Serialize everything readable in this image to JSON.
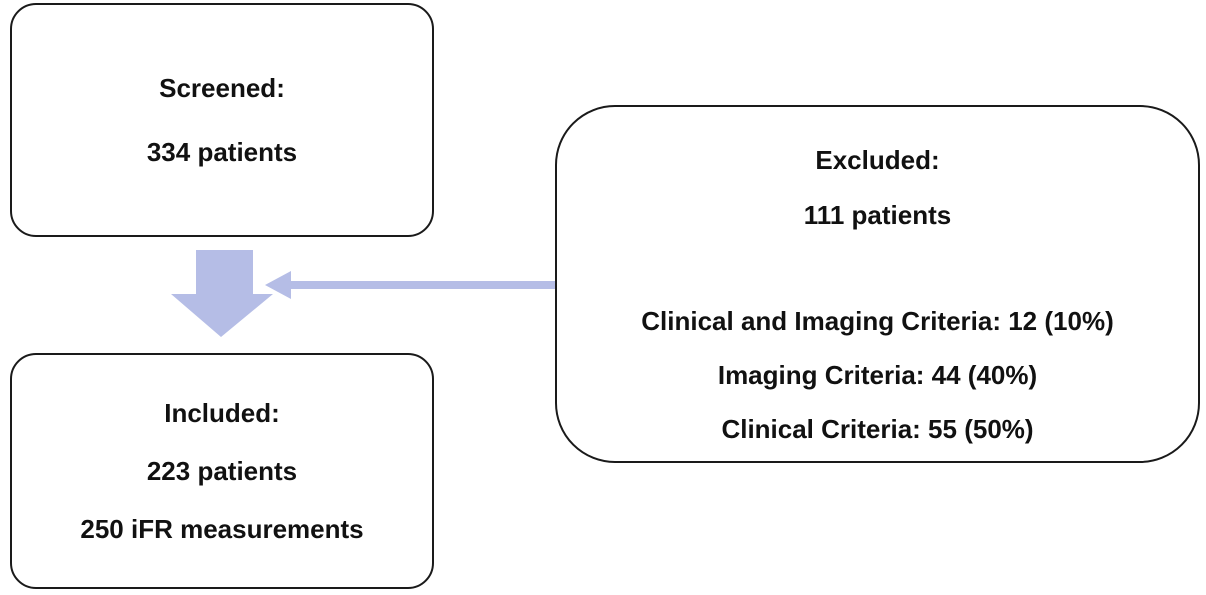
{
  "screened": {
    "heading": "Screened:",
    "patients": "334 patients"
  },
  "excluded": {
    "heading": "Excluded:",
    "patients": "111 patients",
    "criteria": [
      "Clinical and Imaging Criteria: 12 (10%)",
      "Imaging Criteria: 44 (40%)",
      "Clinical Criteria: 55 (50%)"
    ]
  },
  "included": {
    "heading": "Included:",
    "patients": "223 patients",
    "measurements": "250 iFR measurements"
  },
  "colors": {
    "arrow": "#b5bde6",
    "border": "#1a1a1a",
    "text": "#111111"
  }
}
